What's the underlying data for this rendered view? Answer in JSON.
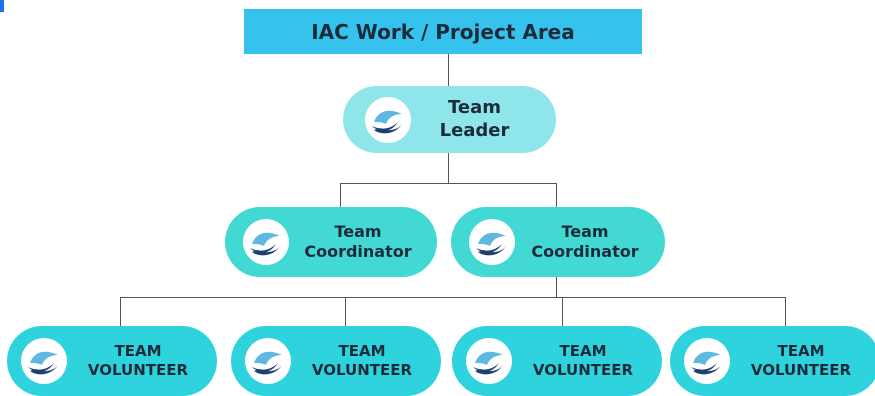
{
  "header": {
    "title": "IAC Work / Project Area"
  },
  "leader": {
    "line1": "Team",
    "line2": "Leader"
  },
  "coordinators": [
    {
      "line1": "Team",
      "line2": "Coordinator"
    },
    {
      "line1": "Team",
      "line2": "Coordinator"
    }
  ],
  "volunteers": [
    {
      "line1": "TEAM",
      "line2": "VOLUNTEER"
    },
    {
      "line1": "TEAM",
      "line2": "VOLUNTEER"
    },
    {
      "line1": "TEAM",
      "line2": "VOLUNTEER"
    },
    {
      "line1": "TEAM",
      "line2": "VOLUNTEER"
    }
  ],
  "colors": {
    "header_bg": "#35c3ee",
    "leader_bg": "#8fe6ea",
    "coordinator_bg": "#42d8d4",
    "volunteer_bg": "#2fd3de",
    "logo_dark": "#1f3f73",
    "logo_light": "#5fb8e0"
  },
  "icons": {
    "logo": "dove-hand-logo-icon"
  }
}
